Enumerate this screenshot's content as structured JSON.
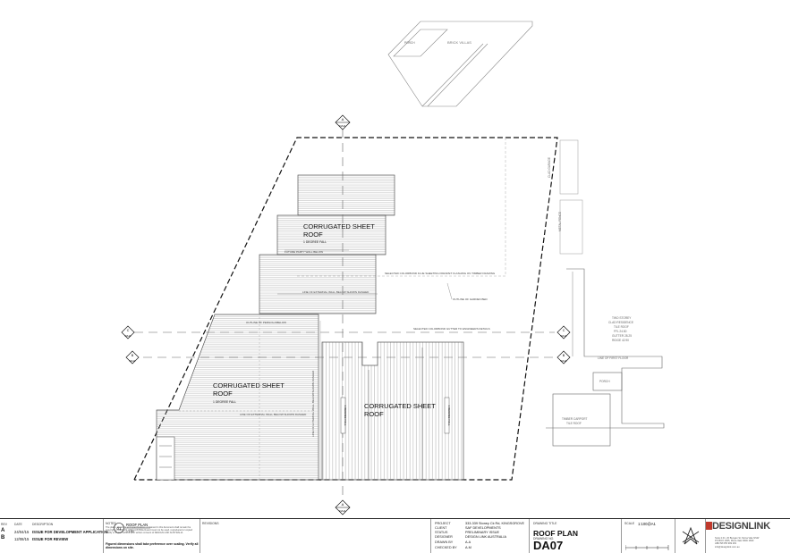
{
  "drawing": {
    "north_labels": {
      "top": [
        "A",
        "DA11"
      ],
      "bottom": [
        "A",
        "DA11"
      ],
      "left1": [
        "C",
        "DA11"
      ],
      "left2": [
        "B",
        "DA11"
      ],
      "right1": [
        "C",
        "DA11"
      ],
      "right2": [
        "B",
        "DA11"
      ]
    },
    "roofs": [
      {
        "label": "CORRUGATED SHEET\nROOF",
        "fall": "1 DEGREE FALL"
      },
      {
        "label": "CORRUGATED SHEET\nROOF",
        "fall": "1 DEGREE FALL"
      },
      {
        "label": "CORRUGATED SHEET\nROOF",
        "fall1": "1 DEGREE FALL",
        "fall2": "1 DEGREE FALL"
      }
    ],
    "notes": [
      "FUTURE PARTY WALL BELOW",
      "SELECTED COLORBOND FLUE SHEETING PARAPET FLASHING ON TIMBER FRAMING",
      "LINE OF EXTERNAL WALL BELOW SHOWN DASHED",
      "OUTLINE OF GARDEN BED",
      "OUTLINE OF PERGOLA/BELOW",
      "SELECTED COLORBOND GUTTER TO ENGINEERS DETAILS",
      "LINE OF EXTERNAL WALL BELOW SHOWN DASHED",
      "LINE OF EXTERNAL WALL BELOW SHOWN DASHED"
    ],
    "neighbours": {
      "top": "BRICK VILLAS",
      "right_mid_a": "CLAD GARAGE",
      "right_mid_b": "METAL FENCE",
      "right_res": [
        "TWO STOREY",
        "CLAD RESIDENCE",
        "TILE ROOF",
        "FFL 24.50",
        "GUTTER 28.25",
        "RIDGE 42.90"
      ],
      "porch": "PORCH",
      "carport": [
        "TIMBER CARPORT",
        "TILE ROOF"
      ],
      "first_floor": "LINE OF FIRST FLOOR",
      "porch_top": "PORCH"
    },
    "caption": {
      "number": "01",
      "title": "ROOF PLAN",
      "scale": "1:100"
    }
  },
  "titleblock": {
    "rev_head": [
      "REV",
      "DATE",
      "DESCRIPTION"
    ],
    "revisions": [
      {
        "rev": "A",
        "date": "24/04/15",
        "desc": "ISSUE FOR DEVELOPMENT APPLICATION"
      },
      {
        "rev": "B",
        "date": "12/08/15",
        "desc": "ISSUE FOR REVIEW"
      }
    ],
    "notes_head": "NOTES",
    "notes_body": "The plans, drawings and specifications contained in this document shall remain the copyright of DESIGN LINK AUSTRALIA and must not be used, reproduced or copied wholly or in part without prior written consent of DESIGN LINK AUSTRALIA.",
    "notes_fig": "Figured dimensions shall take preference over scaling. Verify all dimensions on site.",
    "revisions_head": "REVISIONS",
    "project": [
      {
        "k": "PROJECT",
        "v": "333-339 Stoney Ck Rd, KINGSGROVE"
      },
      {
        "k": "CLIENT",
        "v": "SAF DEVELOPMENTS"
      },
      {
        "k": "STATUS",
        "v": "PRELIMINARY ISSUE"
      },
      {
        "k": "DESIGNER",
        "v": "DESIGN LINK AUSTRALIA"
      },
      {
        "k": "DRAWN BY",
        "v": "A.A"
      },
      {
        "k": "CHECKED BY",
        "v": "A.M"
      }
    ],
    "drawing_title_head": "DRAWING TITLE",
    "drawing_title": "ROOF PLAN",
    "drawing_no_head": "DRAWING NO.",
    "drawing_no": "DA07",
    "scale_head": "SCALE",
    "scale": "1:100@A1",
    "logo": "DESIGNLINK",
    "company_lines": [
      "Suite 2.01, 20 Bungan St, Mona Vale NSW",
      "PO BOX 1065, Mona Vale NSW 1660",
      "ABN 58 055 999 281",
      "info@designlink.com.au"
    ]
  }
}
